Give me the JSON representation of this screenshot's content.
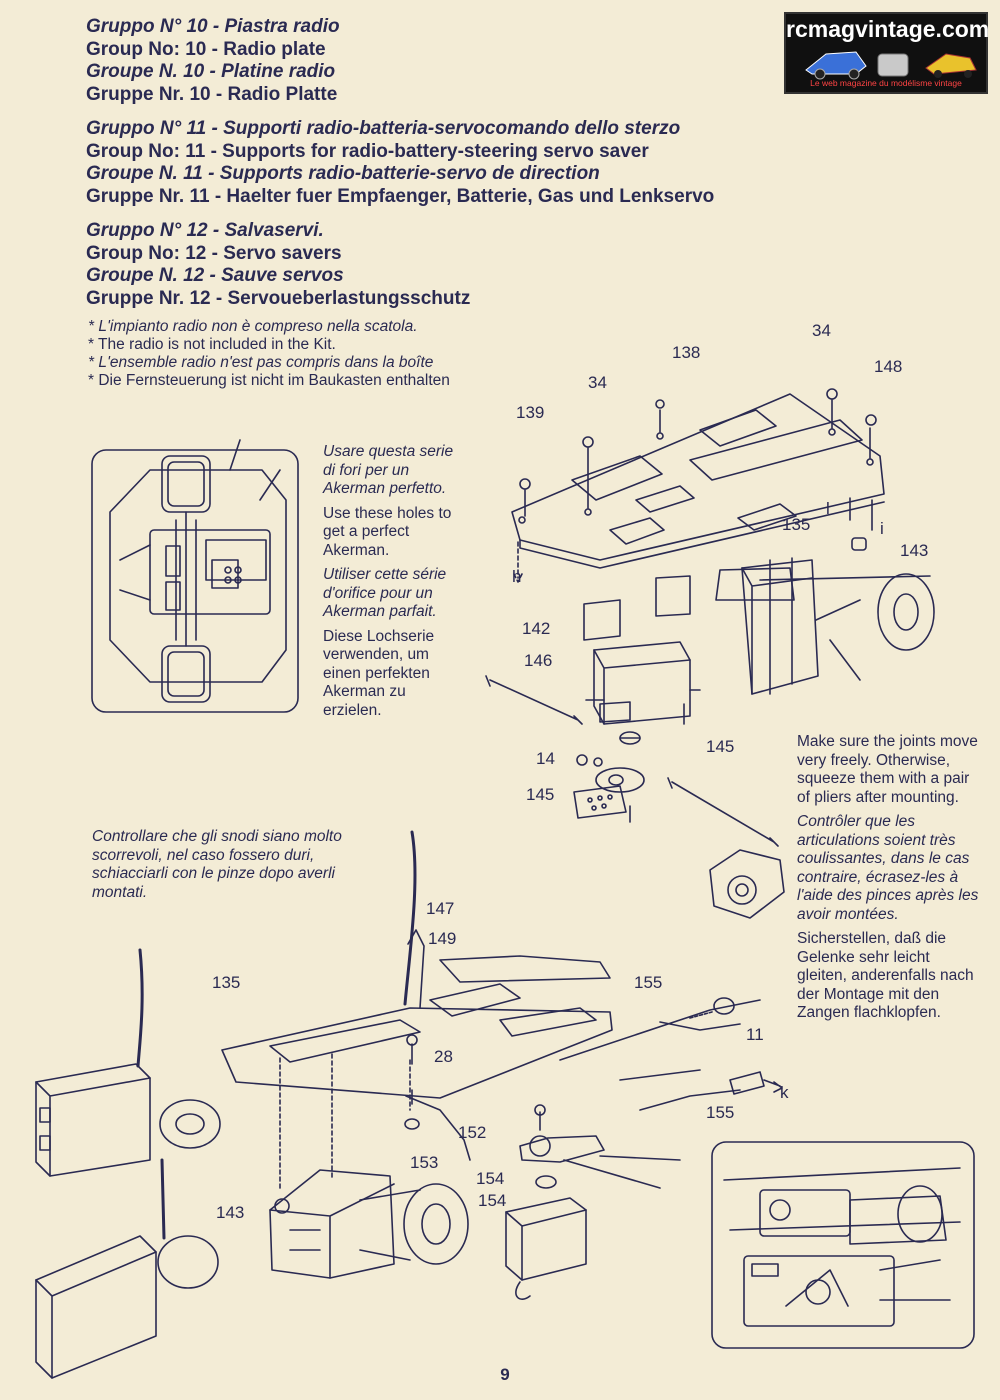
{
  "headings": [
    {
      "lines": [
        {
          "text": "Gruppo N° 10 - Piastra radio",
          "italic": true
        },
        {
          "text": "Group No: 10 - Radio plate",
          "italic": false
        },
        {
          "text": "Groupe N. 10 - Platine radio",
          "italic": true
        },
        {
          "text": "Gruppe Nr. 10 - Radio Platte",
          "italic": false
        }
      ]
    },
    {
      "lines": [
        {
          "text": "Gruppo N° 11 - Supporti radio-batteria-servocomando dello sterzo",
          "italic": true
        },
        {
          "text": "Group No: 11 - Supports for radio-battery-steering servo saver",
          "italic": false
        },
        {
          "text": "Groupe N. 11 - Supports radio-batterie-servo de direction",
          "italic": true
        },
        {
          "text": "Gruppe Nr. 11 - Haelter fuer Empfaenger, Batterie, Gas und Lenkservo",
          "italic": false
        }
      ]
    },
    {
      "lines": [
        {
          "text": "Gruppo N° 12 - Salvaservi.",
          "italic": true
        },
        {
          "text": "Group No: 12 - Servo savers",
          "italic": false
        },
        {
          "text": "Groupe N. 12 - Sauve servos",
          "italic": true
        },
        {
          "text": "Gruppe Nr. 12 - Servoueberlastungsschutz",
          "italic": false
        }
      ]
    }
  ],
  "notes": [
    {
      "text": "* L'impianto radio non è compreso nella scatola.",
      "italic": true
    },
    {
      "text": "* The radio is not included in the Kit.",
      "italic": false
    },
    {
      "text": "* L'ensemble radio n'est pas compris dans la boîte",
      "italic": true
    },
    {
      "text": "* Die Fernsteuerung ist nicht im Baukasten enthalten",
      "italic": false
    }
  ],
  "ackerman_text": {
    "it": "Usare questa serie di fori per un Akerman perfetto.",
    "en": "Use these holes to get a perfect Akerman.",
    "fr": "Utiliser cette série d'orifice pour un Akerman parfait.",
    "de": "Diese Lochserie verwenden, um einen perfekten Akerman zu erzielen."
  },
  "joints_it": "Controllare che gli snodi siano molto scorrevoli, nel caso fossero duri, schiacciarli con le pinze dopo averli montati.",
  "joints_right": {
    "en": "Make sure the joints move very freely. Otherwise, squeeze them with a pair of pliers after mounting.",
    "fr": "Contrôler que les articulations soient très coulissantes, dans le cas contraire, écrasez-les à l'aide des pinces après les avoir montées.",
    "de": "Sicherstellen, daß die Gelenke sehr leicht gleiten, anderenfalls nach der Montage mit den Zangen flachklopfen."
  },
  "part_labels": {
    "p34a": "34",
    "p34b": "34",
    "p138": "138",
    "p148": "148",
    "p139": "139",
    "p135a": "135",
    "pl": "l",
    "pi": "i",
    "p143a": "143",
    "ph": "h",
    "p142": "142",
    "p146": "146",
    "p145a": "145",
    "p14": "14",
    "p145b": "145",
    "p147": "147",
    "p149": "149",
    "p135b": "135",
    "p28": "28",
    "p155a": "155",
    "p11": "11",
    "pk": "k",
    "p155b": "155",
    "p152": "152",
    "p153": "153",
    "p154a": "154",
    "p154b": "154",
    "p143b": "143"
  },
  "logo": {
    "title": "rcmagvintage.com",
    "tagline": "Le web magazine du modélisme vintage",
    "bg_color": "#101010",
    "tag_color": "#ff4444"
  },
  "page_number": "9",
  "colors": {
    "paper": "#f3ecd6",
    "ink": "#2a2a52"
  }
}
